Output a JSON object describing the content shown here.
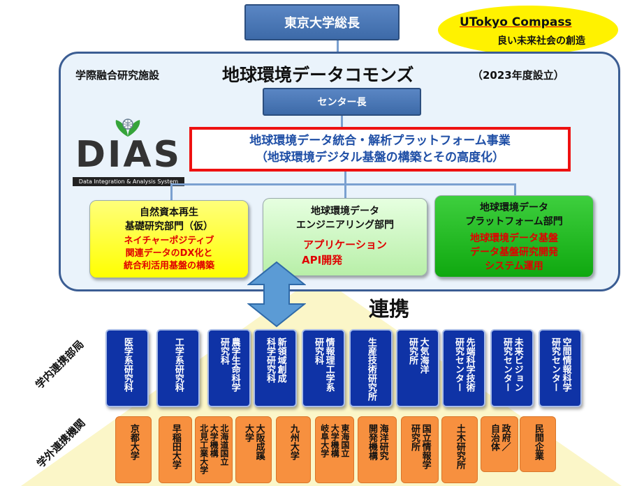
{
  "president": "東京大学総長",
  "compass": {
    "title": "UTokyo Compass",
    "subtitle": "良い未来社会の創造"
  },
  "facility": {
    "type": "学際融合研究施設",
    "name": "地球環境データコモンズ",
    "established": "（2023年度設立）"
  },
  "director": "センター長",
  "dias": {
    "logo_text": "DIAS",
    "caption": "Data Integration & Analysis System"
  },
  "project": {
    "line1": "地球環境データ統合・解析プラットフォーム事業",
    "line2": "（地球環境デジタル基盤の構築とその高度化）"
  },
  "departments": [
    {
      "title": [
        "自然資本再生",
        "基礎研究部門（仮）"
      ],
      "items": [
        "ネイチャーポジティブ",
        "関連データのDX化と",
        "統合利活用基盤の構築"
      ]
    },
    {
      "title": [
        "地球環境データ",
        "エンジニアリング部門"
      ],
      "items": [
        "アプリケーション",
        "API開発"
      ]
    },
    {
      "title": [
        "地球環境データ",
        "プラットフォーム部門"
      ],
      "items": [
        "地球環境データ基盤",
        "データ基盤研究開発",
        "システム運用"
      ]
    }
  ],
  "collaboration": "連携",
  "internal_label": "学内連携部局",
  "external_label": "学外連携機関",
  "internal": [
    [
      "医学系研究科"
    ],
    [
      "工学系研究科"
    ],
    [
      "農学生命科学",
      "研究科"
    ],
    [
      "新領域創成",
      "科学研究科"
    ],
    [
      "情報理工学系",
      "研究科"
    ],
    [
      "生産技術研究所"
    ],
    [
      "大気海洋",
      "研究所"
    ],
    [
      "先端科学技術",
      "研究センター"
    ],
    [
      "未来ビジョン",
      "研究センター"
    ],
    [
      "空間情報科学",
      "研究センター"
    ]
  ],
  "external": [
    [
      "京都大学"
    ],
    [
      "早稲田大学"
    ],
    [
      "北見工業大学",
      "大学機構",
      "北海道国立"
    ],
    [
      "大阪成蹊",
      "大学"
    ],
    [
      "九州大学"
    ],
    [
      "岐阜大学",
      "大学機構",
      "東海国立"
    ],
    [
      "海洋研究",
      "開発機構"
    ],
    [
      "国立情報学",
      "研究所"
    ],
    [
      "土木研究所"
    ],
    [
      "政府／",
      "自治体"
    ],
    [
      "民間企業"
    ]
  ],
  "colors": {
    "navy": "#3d6aa8",
    "frame_bg": "#eaf3fb",
    "red_text": "#e00000",
    "blue_text": "#1f4fa6",
    "internal_box": "#0f33a6",
    "external_box": "#f7903f",
    "dept_yellow": "#ffff00",
    "dept_green_light": "#ccf5c0",
    "dept_green": "#18b418",
    "compass_bubble": "#fff200"
  }
}
